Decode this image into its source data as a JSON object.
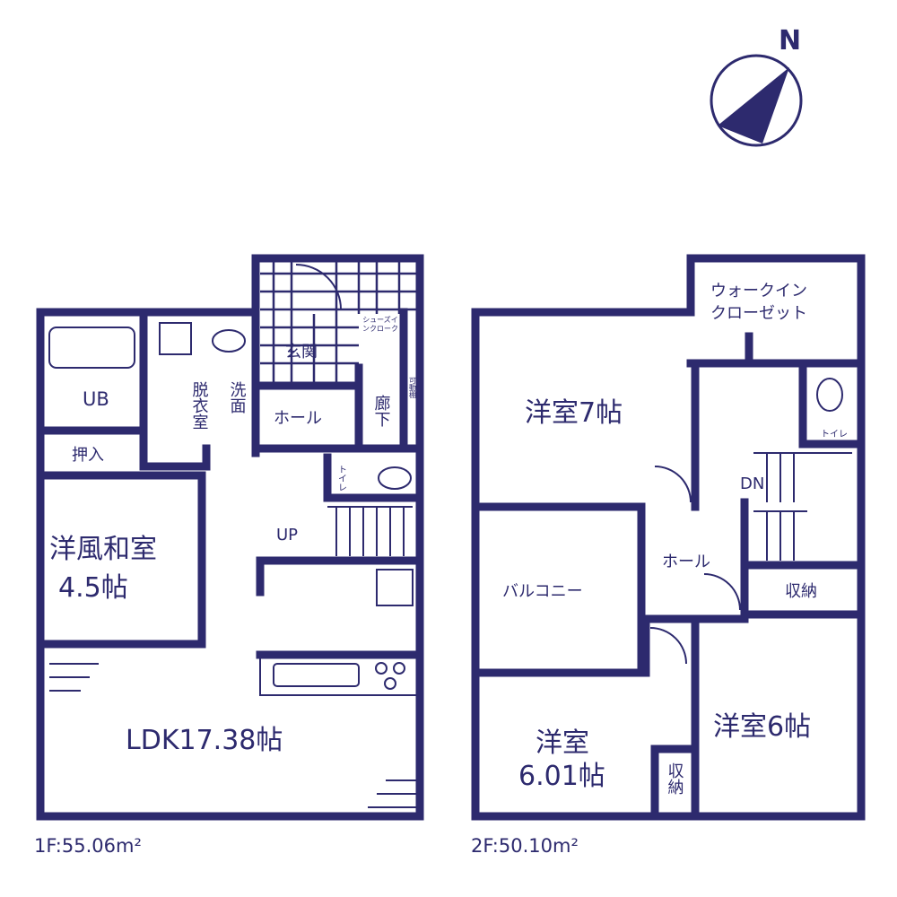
{
  "compass": {
    "label": "N"
  },
  "floor1": {
    "area": "1F:55.06m²",
    "rooms": {
      "ub": "UB",
      "oshiire": "押入",
      "washitsu_name": "洋風和室",
      "washitsu_size": "4.5帖",
      "datsuishitsu": "脱衣室",
      "senmen": "洗面",
      "genkan": "玄関",
      "shoes_cloak": "シューズインクローク",
      "hall": "ホール",
      "rouka": "廊下",
      "shelf": "可動棚",
      "toilet": "トイレ",
      "up": "UP",
      "ldk": "LDK17.38帖"
    }
  },
  "floor2": {
    "area": "2F:50.10m²",
    "rooms": {
      "wic_line1": "ウォークイン",
      "wic_line2": "クローゼット",
      "youshitsu7": "洋室7帖",
      "toilet": "トイレ",
      "dn": "DN",
      "balcony": "バルコニー",
      "hall": "ホール",
      "storage": "収納",
      "youshitsu601_name": "洋室",
      "youshitsu601_size": "6.01帖",
      "storage_small": "収納",
      "youshitsu6": "洋室6帖"
    }
  },
  "colors": {
    "line": "#2d2a6e",
    "background": "#ffffff"
  }
}
